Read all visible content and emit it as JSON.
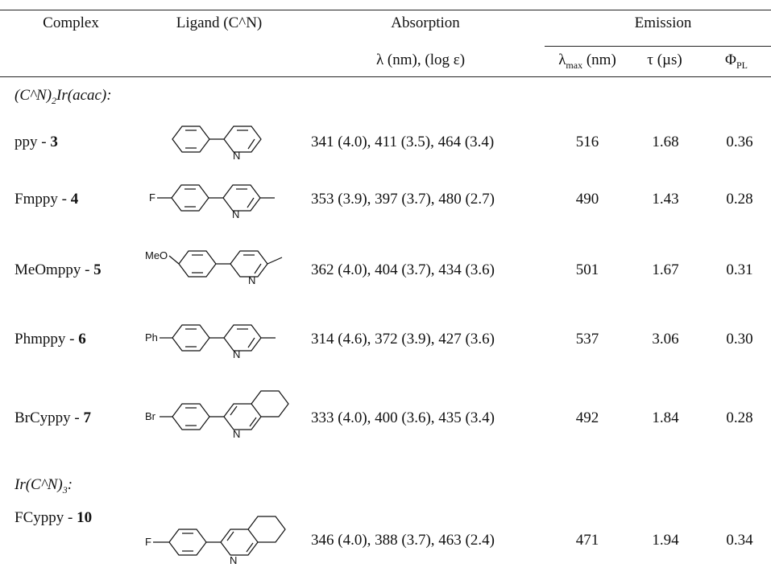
{
  "header": {
    "complex": "Complex",
    "ligand": "Ligand (C^N)",
    "absorption": "Absorption",
    "emission": "Emission",
    "abs_sub": "λ (nm), (log ε)",
    "lambda_max": "λ",
    "lambda_max_sub": "max",
    "lambda_max_unit": " (nm)",
    "tau": "τ (µs)",
    "phi": "Φ",
    "phi_sub": "PL"
  },
  "sections": {
    "acac": {
      "pre": "(C^N)",
      "sub": "2",
      "post": "Ir(acac):"
    },
    "tris": {
      "pre": "Ir(C^N)",
      "sub": "3",
      "post": ":"
    }
  },
  "rows": [
    {
      "name": "ppy - ",
      "num": "3",
      "ligand_label": "",
      "ligand_subst": "N",
      "absorption": "341 (4.0), 411 (3.5), 464 (3.4)",
      "lambda": "516",
      "tau": "1.68",
      "phi": "0.36"
    },
    {
      "name": "Fmppy - ",
      "num": "4",
      "ligand_label": "F",
      "ligand_subst": "N",
      "absorption": "353 (3.9), 397 (3.7), 480 (2.7)",
      "lambda": "490",
      "tau": "1.43",
      "phi": "0.28"
    },
    {
      "name": "MeOmppy - ",
      "num": "5",
      "ligand_label": "MeO",
      "ligand_subst": "N",
      "absorption": "362 (4.0), 404 (3.7), 434 (3.6)",
      "lambda": "501",
      "tau": "1.67",
      "phi": "0.31"
    },
    {
      "name": "Phmppy - ",
      "num": "6",
      "ligand_label": "Ph",
      "ligand_subst": "N",
      "absorption": "314 (4.6), 372 (3.9), 427 (3.6)",
      "lambda": "537",
      "tau": "3.06",
      "phi": "0.30"
    },
    {
      "name": "BrCyppy - ",
      "num": "7",
      "ligand_label": "Br",
      "ligand_subst": "N",
      "absorption": "333 (4.0), 400 (3.6), 435 (3.4)",
      "lambda": "492",
      "tau": "1.84",
      "phi": "0.28"
    },
    {
      "name": "FCyppy - ",
      "num": "10",
      "ligand_label": "F",
      "ligand_subst": "N",
      "absorption": "346 (4.0), 388 (3.7), 463 (2.4)",
      "lambda": "471",
      "tau": "1.94",
      "phi": "0.34"
    }
  ]
}
